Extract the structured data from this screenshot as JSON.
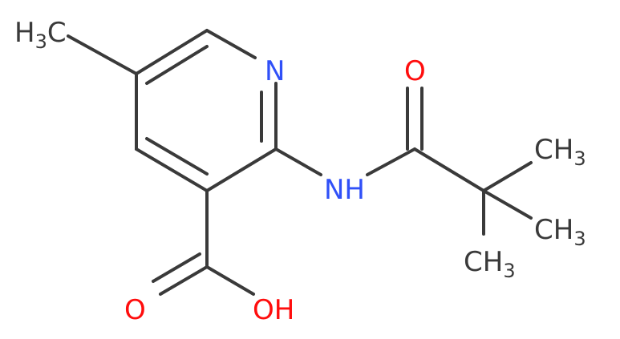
{
  "colors": {
    "bond": "#3a3a3a",
    "carbon_label": "#3a3a3a",
    "nitrogen": "#3050f8",
    "oxygen": "#ff0d0d"
  },
  "labels": {
    "methyl_ring": {
      "main": "H",
      "sub": "3",
      "tail": "C"
    },
    "ring_nitrogen": "N",
    "amide_nitrogen": "NH",
    "carbonyl_oxygen_amide": "O",
    "methyl_1": {
      "main": "CH",
      "sub": "3"
    },
    "methyl_2": {
      "main": "CH",
      "sub": "3"
    },
    "methyl_3": {
      "main": "CH",
      "sub": "3"
    },
    "carbonyl_oxygen_acid": "O",
    "hydroxyl": "OH"
  }
}
